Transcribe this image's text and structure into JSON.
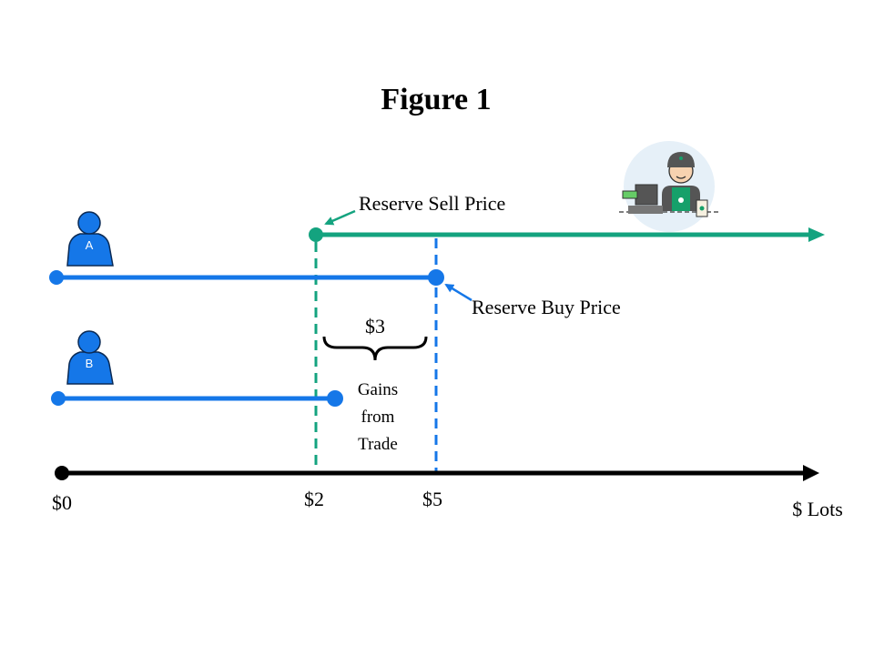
{
  "title": "Figure 1",
  "labels": {
    "reserve_sell": "Reserve Sell Price",
    "reserve_buy": "Reserve Buy Price",
    "gain_amount": "$3",
    "gains_line1": "Gains",
    "gains_line2": "from",
    "gains_line3": "Trade",
    "tick_0": "$0",
    "tick_2": "$2",
    "tick_5": "$5",
    "axis_end": "$ Lots"
  },
  "persons": {
    "a": "A",
    "b": "B"
  },
  "icons": [
    "person-icon",
    "person-icon",
    "barista-icon"
  ],
  "colors": {
    "green": "#14a37f",
    "blue": "#1577e8",
    "black": "#000000"
  }
}
